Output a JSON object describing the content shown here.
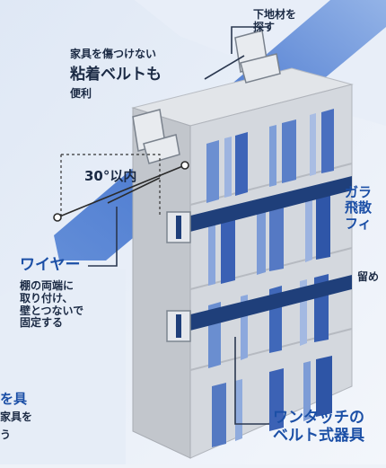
{
  "labels": {
    "base_material": [
      "下地材を",
      "探す"
    ],
    "adhesive_note": "家具を傷つけない",
    "adhesive_title": "粘着ベルトも",
    "adhesive_suffix": "便利",
    "angle": "30°以内",
    "wire_title": "ワイヤー",
    "wire_desc": [
      "棚の両端に",
      "取り付け、",
      "壁とつないで",
      "固定する"
    ],
    "glass_partial": [
      "ガラ",
      "飛散",
      "フィ"
    ],
    "partial_right": "留め",
    "left_partial": [
      "を具",
      "家具を",
      "う"
    ],
    "onetouch": [
      "ワンタッチの",
      "ベルト式器具"
    ]
  },
  "colors": {
    "wall_band": "#3a6bc9",
    "belt": "#1f3f7a",
    "cabinet_front": "#d4d8de",
    "cabinet_side": "#c4c8ce",
    "cabinet_top": "#e2e5e9",
    "label_dark": "#1b2a44",
    "label_blue": "#1b4fa6"
  }
}
